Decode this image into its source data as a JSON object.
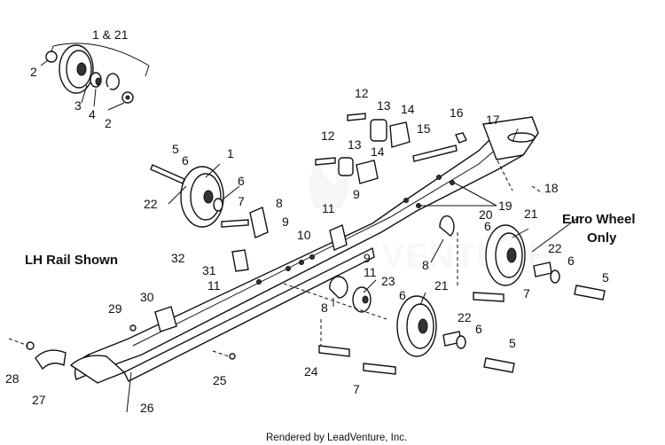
{
  "diagram": {
    "headings": {
      "rail_label": "LH Rail Shown",
      "euro_line1": "Euro Wheel",
      "euro_line2": "Only"
    },
    "callouts": [
      {
        "id": "c-1-21",
        "text": "1 & 21"
      },
      {
        "id": "c-2a",
        "text": "2"
      },
      {
        "id": "c-3",
        "text": "3"
      },
      {
        "id": "c-4",
        "text": "4"
      },
      {
        "id": "c-2b",
        "text": "2"
      },
      {
        "id": "c-12a",
        "text": "12"
      },
      {
        "id": "c-13a",
        "text": "13"
      },
      {
        "id": "c-14a",
        "text": "14"
      },
      {
        "id": "c-15",
        "text": "15"
      },
      {
        "id": "c-16",
        "text": "16"
      },
      {
        "id": "c-17",
        "text": "17"
      },
      {
        "id": "c-12b",
        "text": "12"
      },
      {
        "id": "c-13b",
        "text": "13"
      },
      {
        "id": "c-14b",
        "text": "14"
      },
      {
        "id": "c-5a",
        "text": "5"
      },
      {
        "id": "c-1",
        "text": "1"
      },
      {
        "id": "c-6a",
        "text": "6"
      },
      {
        "id": "c-6b",
        "text": "6"
      },
      {
        "id": "c-22a",
        "text": "22"
      },
      {
        "id": "c-9a",
        "text": "9"
      },
      {
        "id": "c-7a",
        "text": "7"
      },
      {
        "id": "c-8a",
        "text": "8"
      },
      {
        "id": "c-11a",
        "text": "11"
      },
      {
        "id": "c-9b",
        "text": "9"
      },
      {
        "id": "c-20",
        "text": "20"
      },
      {
        "id": "c-19",
        "text": "19"
      },
      {
        "id": "c-18",
        "text": "18"
      },
      {
        "id": "c-21a",
        "text": "21"
      },
      {
        "id": "c-10",
        "text": "10"
      },
      {
        "id": "c-32",
        "text": "32"
      },
      {
        "id": "c-9c",
        "text": "9"
      },
      {
        "id": "c-6c",
        "text": "6"
      },
      {
        "id": "c-22b",
        "text": "22"
      },
      {
        "id": "c-6d",
        "text": "6"
      },
      {
        "id": "c-31",
        "text": "31"
      },
      {
        "id": "c-11b",
        "text": "11"
      },
      {
        "id": "c-11c",
        "text": "11"
      },
      {
        "id": "c-8b",
        "text": "8"
      },
      {
        "id": "c-5b",
        "text": "5"
      },
      {
        "id": "c-30",
        "text": "30"
      },
      {
        "id": "c-23",
        "text": "23"
      },
      {
        "id": "c-21b",
        "text": "21"
      },
      {
        "id": "c-6e",
        "text": "6"
      },
      {
        "id": "c-7b",
        "text": "7"
      },
      {
        "id": "c-29",
        "text": "29"
      },
      {
        "id": "c-8c",
        "text": "8"
      },
      {
        "id": "c-22c",
        "text": "22"
      },
      {
        "id": "c-6f",
        "text": "6"
      },
      {
        "id": "c-5c",
        "text": "5"
      },
      {
        "id": "c-24",
        "text": "24"
      },
      {
        "id": "c-7c",
        "text": "7"
      },
      {
        "id": "c-28",
        "text": "28"
      },
      {
        "id": "c-25",
        "text": "25"
      },
      {
        "id": "c-27",
        "text": "27"
      },
      {
        "id": "c-26",
        "text": "26"
      }
    ],
    "footer": "Rendered by LeadVenture, Inc."
  }
}
